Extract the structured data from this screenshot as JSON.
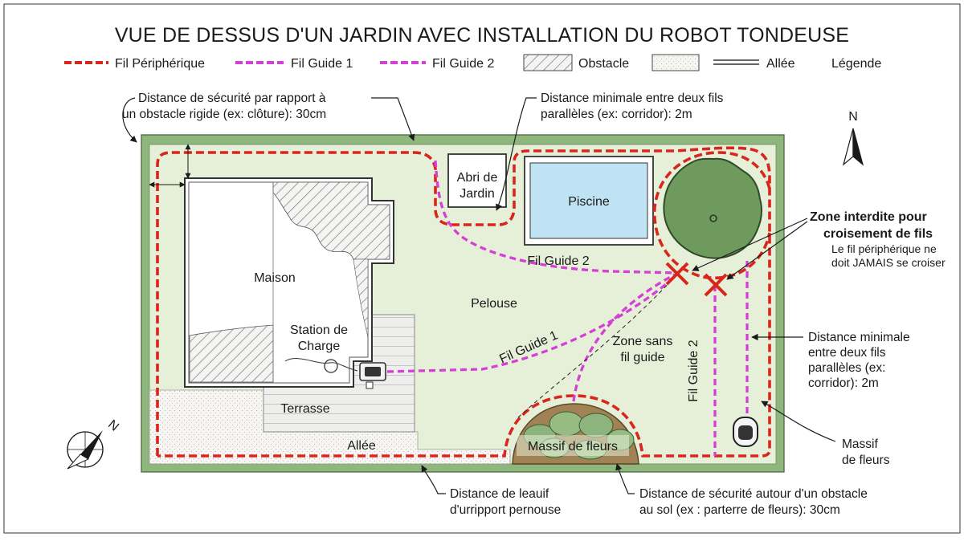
{
  "title": "VUE DE DESSUS D'UN JARDIN AVEC INSTALLATION DU ROBOT TONDEUSE",
  "legend": {
    "perimeter": "Fil Périphérique",
    "guide1": "Fil Guide 1",
    "guide2": "Fil Guide 2",
    "obstacle": "Obstacle",
    "allee": "Allée",
    "legende": "Légende"
  },
  "colors": {
    "perimeter_wire": "#d9261c",
    "guide_wire": "#d63fd6",
    "lawn": "#e6efd8",
    "hedge": "#8fb67d",
    "pool": "#bfe3f2",
    "forbidden": "#d9261c"
  },
  "annotations": {
    "safety_rigid_line1": "Distance de sécurité par rapport à",
    "safety_rigid_line2": "un obstacle rigide (ex: clôture): 30cm",
    "min_parallel_top_line1": "Distance minimale entre deux fils",
    "min_parallel_top_line2": "parallèles (ex: corridor): 2m",
    "forbidden_line1": "Zone interdite pour",
    "forbidden_line2": "croisement de fils",
    "forbidden_note1": "Le fil périphérique ne",
    "forbidden_note2": "doit JAMAIS se croiser",
    "min_parallel_right_line1": "Distance minimale",
    "min_parallel_right_line2": "entre deux fils",
    "min_parallel_right_line3": "parallèles (ex:",
    "min_parallel_right_line4": "corridor): 2m",
    "massif_right_line1": "Massif",
    "massif_right_line2": "de fleurs",
    "bottom_left_line1": "Distance de leauif",
    "bottom_left_line2": "d'urripport pernouse",
    "bottom_right_line1": "Distance de sécurité autour d'un obstacle",
    "bottom_right_line2": "au sol  (ex : parterre de fleurs): 30cm"
  },
  "labels": {
    "maison": "Maison",
    "station_line1": "Station de",
    "station_line2": "Charge",
    "terrasse": "Terrasse",
    "allee": "Allée",
    "pelouse": "Pelouse",
    "abri_line1": "Abri de",
    "abri_line2": "Jardin",
    "piscine": "Piscine",
    "fil_guide_2_top": "Fil Guide 2",
    "fil_guide_1": "Fil Guide 1",
    "fil_guide_2_vertical": "Fil Guide 2",
    "zone_sans_line1": "Zone sans",
    "zone_sans_line2": "fil guide",
    "massif": "Massif de fleurs",
    "north": "N",
    "north_small": "N"
  }
}
